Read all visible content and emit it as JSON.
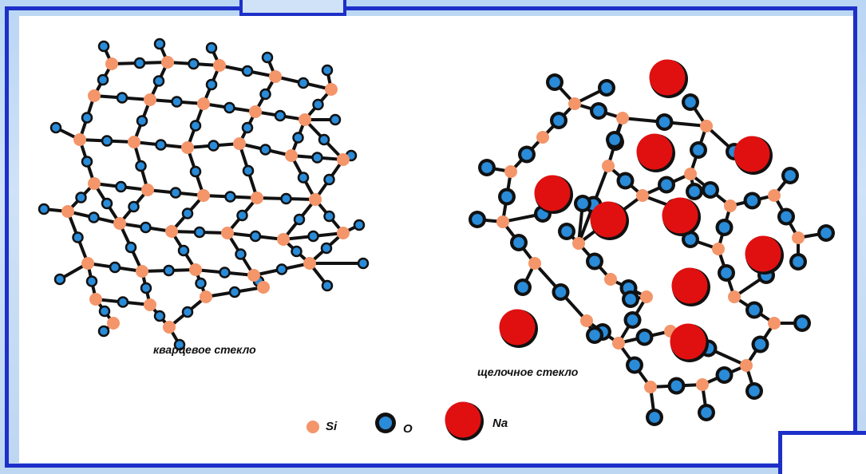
{
  "captions": {
    "quartz": "кварцевое стекло",
    "alkali": "щелочное стекло"
  },
  "legend": {
    "si": "Si",
    "o": "O",
    "na": "Na"
  },
  "colors": {
    "frame": "#1d2fc8",
    "silicon": "#f4956a",
    "oxygen": "#2a8bd8",
    "sodium": "#e01010",
    "bond": "#111111"
  }
}
